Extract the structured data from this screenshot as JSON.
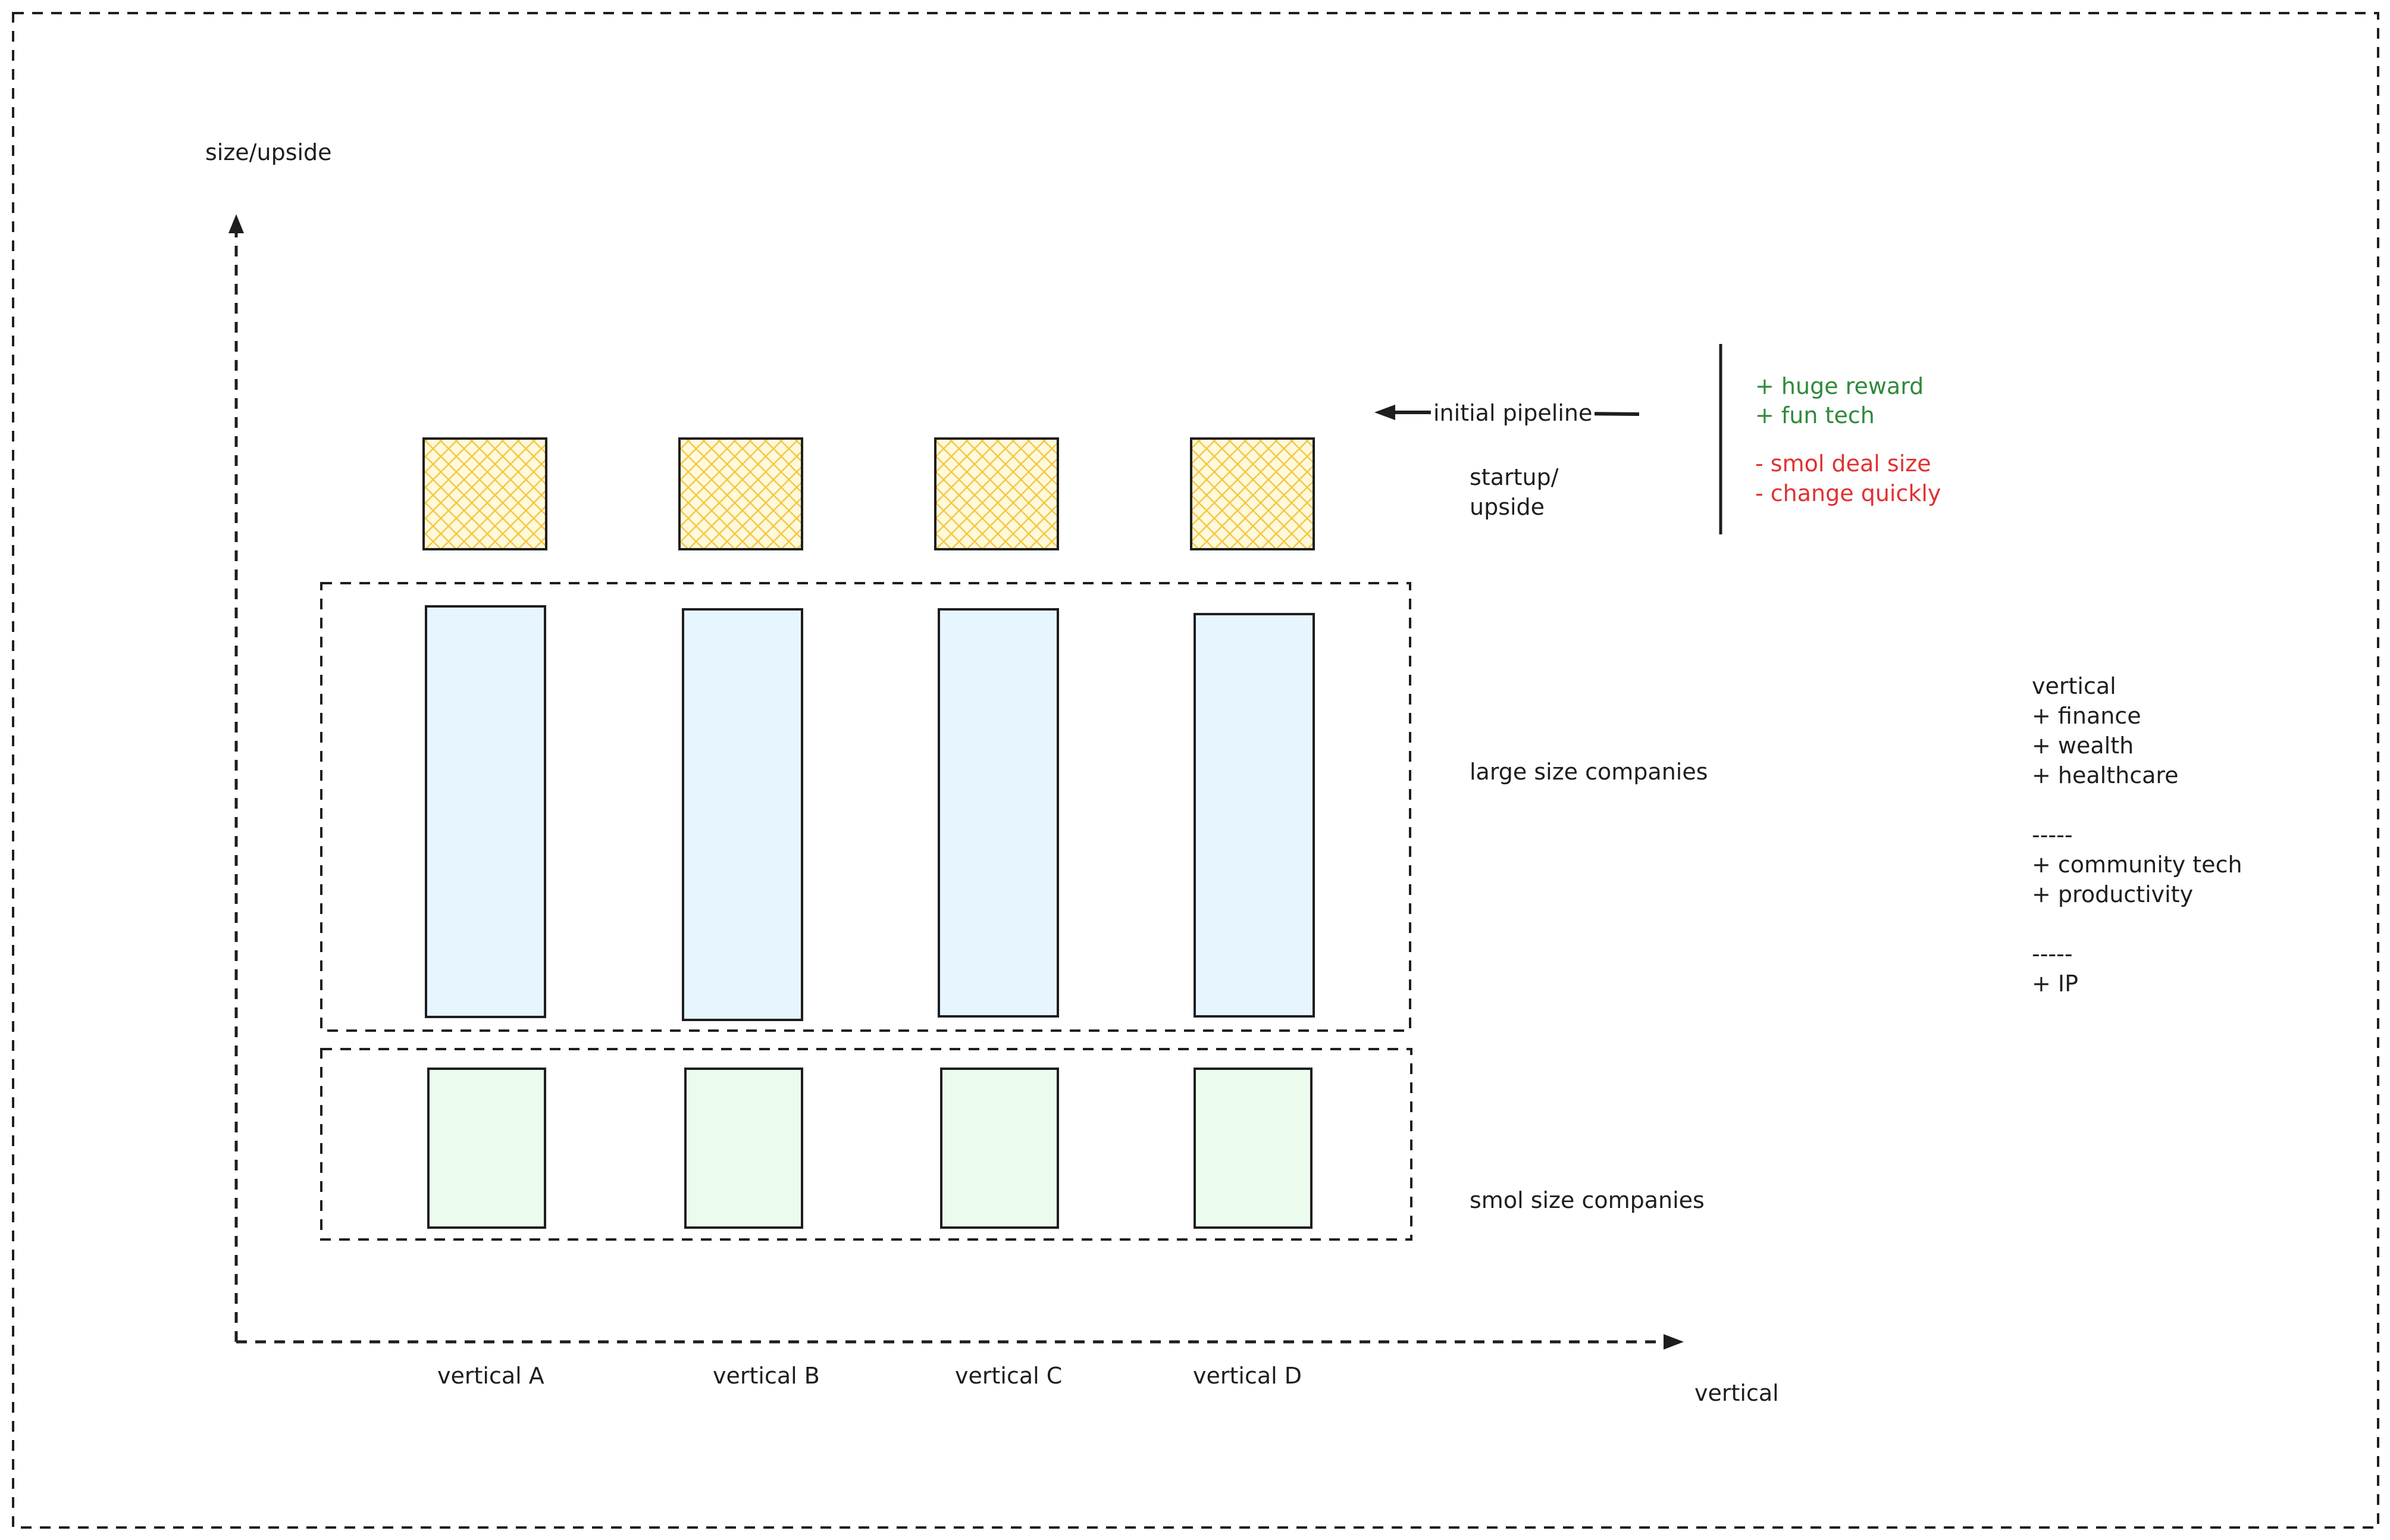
{
  "axes": {
    "y_label": "size/upside",
    "x_label": "vertical"
  },
  "columns": [
    {
      "label": "vertical A"
    },
    {
      "label": "vertical B"
    },
    {
      "label": "vertical C"
    },
    {
      "label": "vertical D"
    }
  ],
  "tiers": {
    "startup": {
      "label_line1": "startup/",
      "label_line2": "upside",
      "fill": "#ffec99",
      "hatch": "#f5c842"
    },
    "large": {
      "label": "large size companies",
      "fill": "#e7f5ff"
    },
    "smol": {
      "label": "smol size companies",
      "fill": "#ebfbee"
    }
  },
  "pipeline": {
    "label": "initial pipeline"
  },
  "pros": [
    "+ huge reward",
    "+ fun tech"
  ],
  "cons": [
    "- smol deal size",
    "- change quickly"
  ],
  "notes": {
    "lines": [
      "vertical",
      "+ finance",
      "+ wealth",
      "+ healthcare",
      "",
      "-----",
      "+ community tech",
      "+ productivity",
      "",
      "-----",
      "+ IP"
    ]
  },
  "colors": {
    "stroke": "#1e1e1e",
    "positive": "#2f8a3a",
    "negative": "#e03131"
  }
}
